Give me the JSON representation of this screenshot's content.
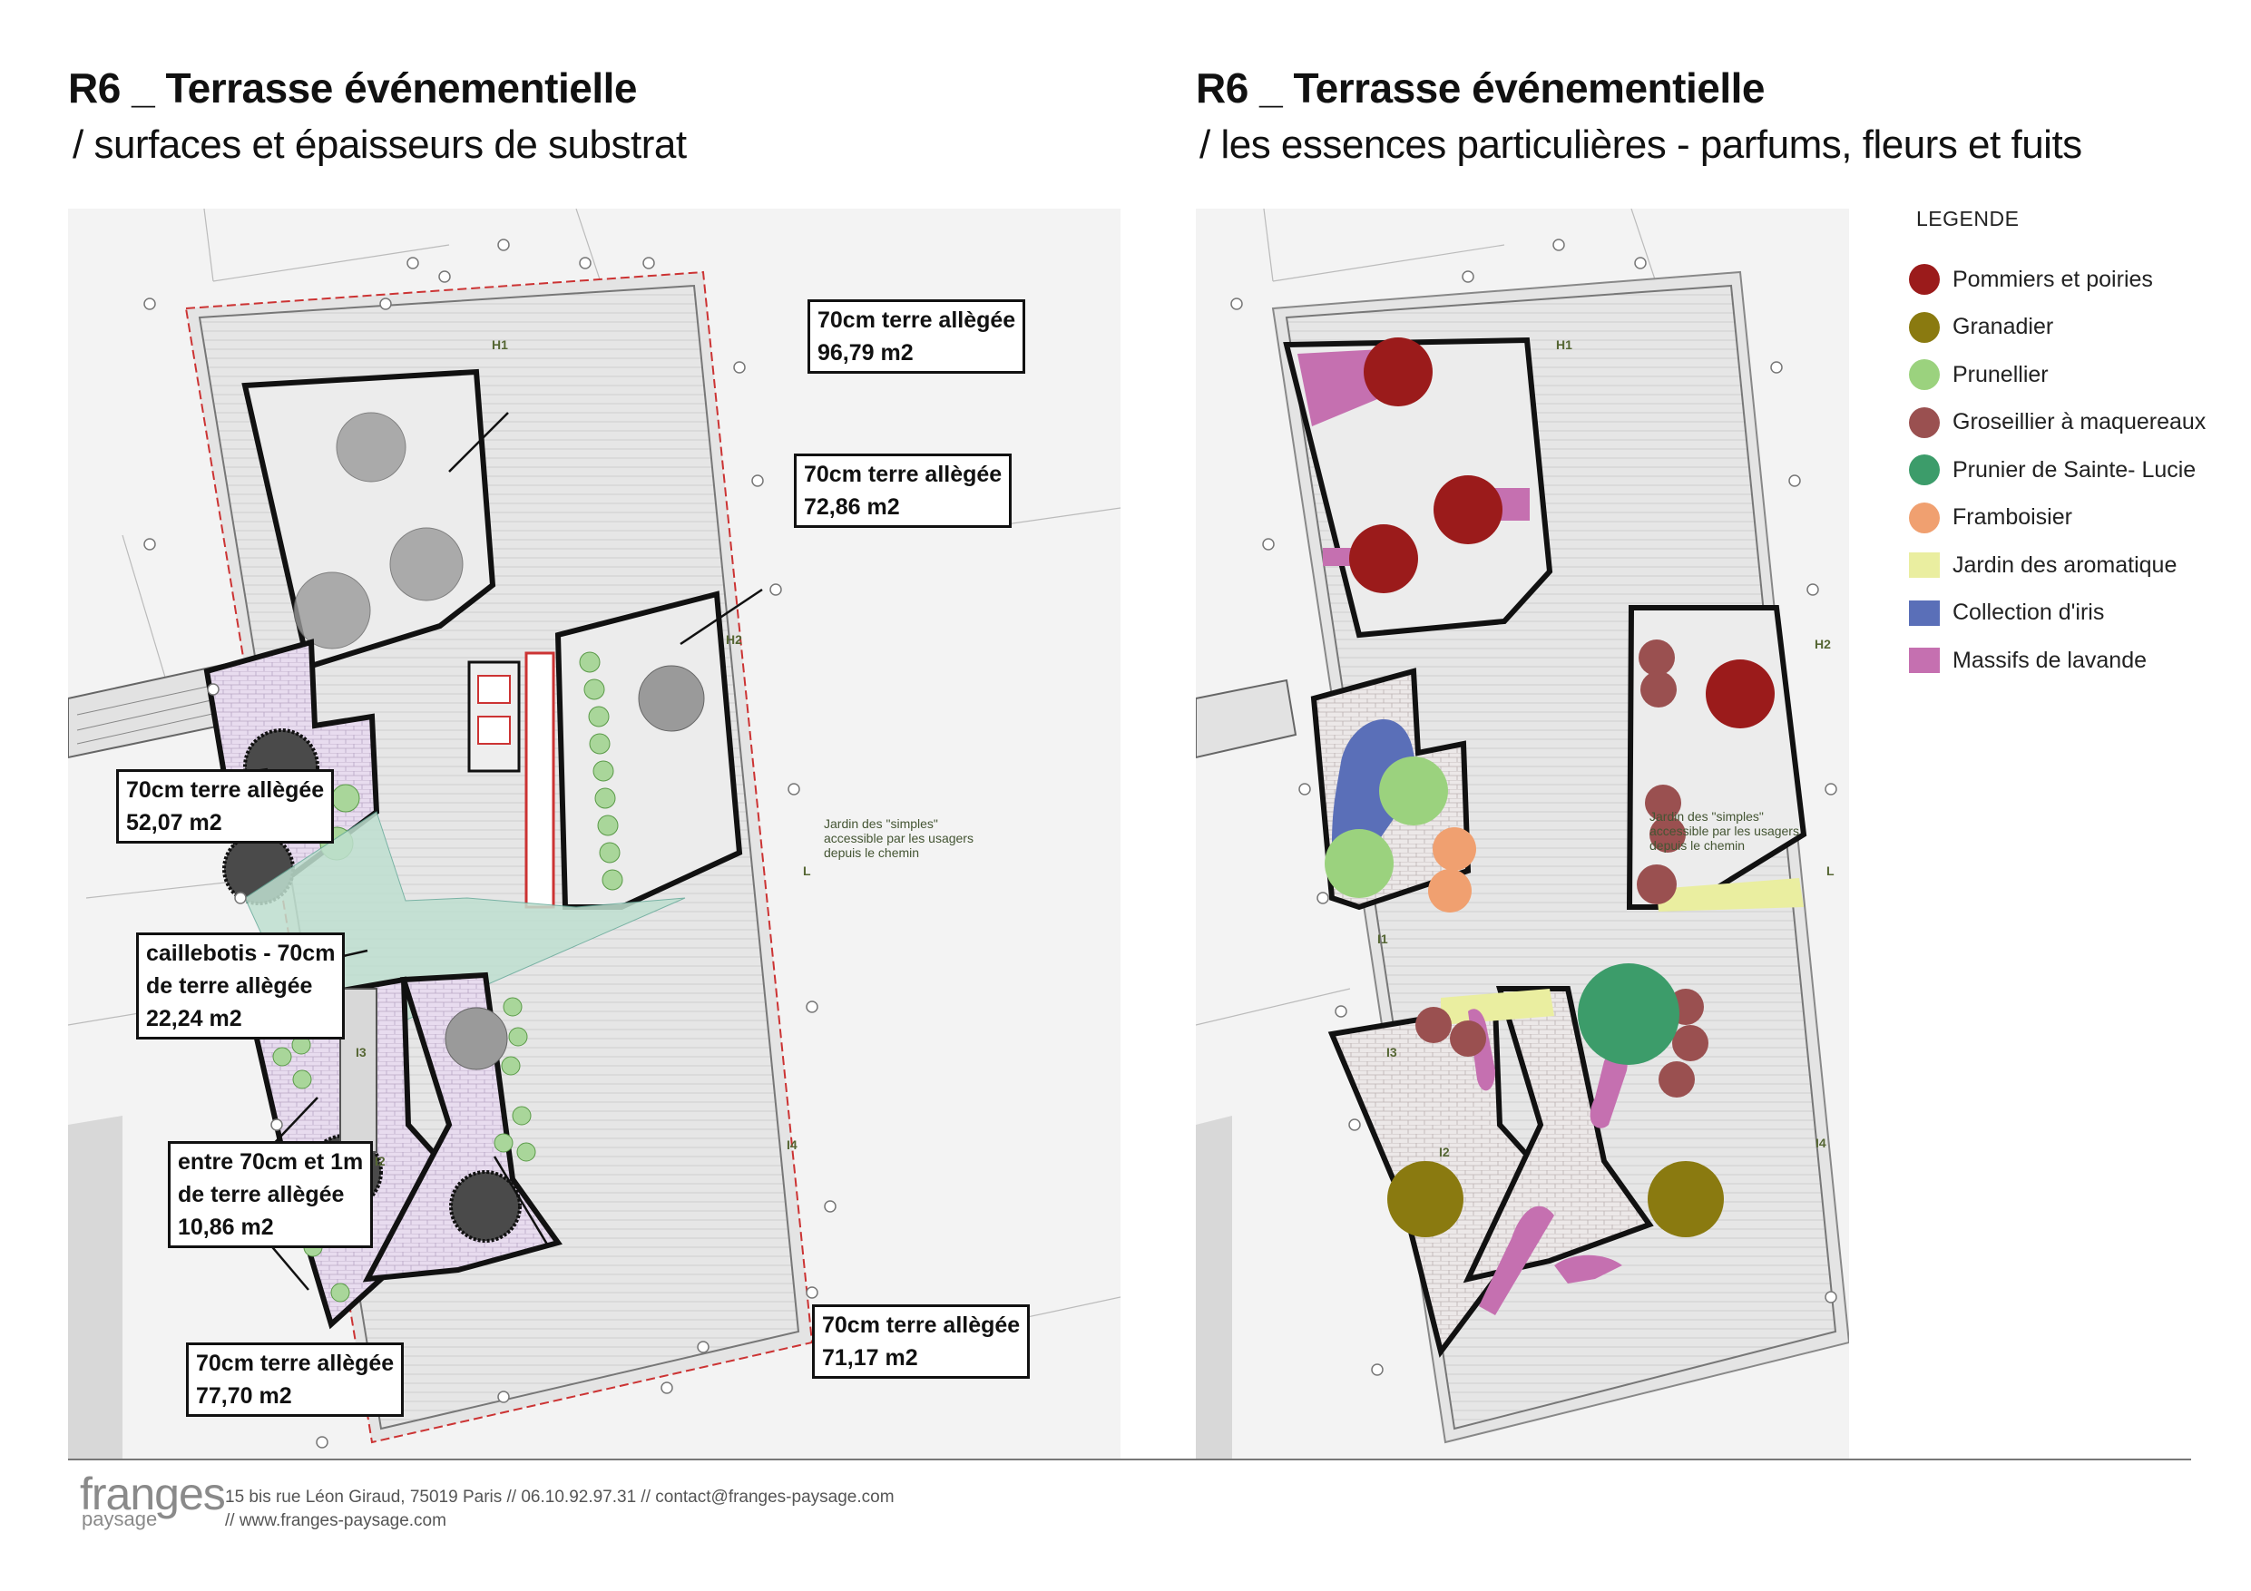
{
  "left_panel": {
    "title": "R6 _ Terrasse événementielle",
    "subtitle": "/ surfaces et épaisseurs de substrat",
    "callouts": [
      {
        "line1": "70cm terre allègée",
        "line2": "96,79 m2"
      },
      {
        "line1": "70cm terre allègée",
        "line2": "72,86 m2"
      },
      {
        "line1": "70cm terre allègée",
        "line2": "52,07 m2"
      },
      {
        "line1": "caillebotis - 70cm",
        "line2": "de terre allègée",
        "line3": "22,24 m2"
      },
      {
        "line1": "entre 70cm et 1m",
        "line2": "de terre allègée",
        "line3": "10,86 m2"
      },
      {
        "line1": "70cm terre allègée",
        "line2": "77,70 m2"
      },
      {
        "line1": "70cm terre allègée",
        "line2": "71,17 m2"
      }
    ],
    "note": {
      "line1": "Jardin des \"simples\"",
      "line2": "accessible par les usagers",
      "line3": "depuis le chemin"
    }
  },
  "right_panel": {
    "title": "R6 _ Terrasse événementielle",
    "subtitle": "/ les essences particulières - parfums, fleurs et fuits",
    "note": {
      "line1": "Jardin des \"simples\"",
      "line2": "accessible par les usagers",
      "line3": "depuis le chemin"
    }
  },
  "legend": {
    "title": "LEGENDE",
    "items": [
      {
        "label": "Pommiers et poiries",
        "color": "#9b1b1b",
        "shape": "circle"
      },
      {
        "label": "Granadier",
        "color": "#8a7a10",
        "shape": "circle"
      },
      {
        "label": "Prunellier",
        "color": "#9bd27e",
        "shape": "circle"
      },
      {
        "label": "Groseillier à maquereaux",
        "color": "#9a5050",
        "shape": "circle"
      },
      {
        "label": "Prunier de Sainte- Lucie",
        "color": "#3c9c6a",
        "shape": "circle"
      },
      {
        "label": "Framboisier",
        "color": "#f0a070",
        "shape": "circle"
      },
      {
        "label": "Jardin des aromatique",
        "color": "#eaeea0",
        "shape": "square"
      },
      {
        "label": "Collection d'iris",
        "color": "#5a6fb8",
        "shape": "square"
      },
      {
        "label": "Massifs de lavande",
        "color": "#c570b0",
        "shape": "square"
      }
    ]
  },
  "plan_labels": {
    "h1": "H1",
    "h2": "H2",
    "i1": "I1",
    "i2": "I2",
    "i3": "I3",
    "i4": "I4",
    "l": "L"
  },
  "footer": {
    "logo": "franges",
    "logo_sub": "paysage",
    "address": "15 bis rue Léon Giraud, 75019 Paris // 06.10.92.97.31 // contact@franges-paysage.com",
    "website": "// www.franges-paysage.com"
  }
}
